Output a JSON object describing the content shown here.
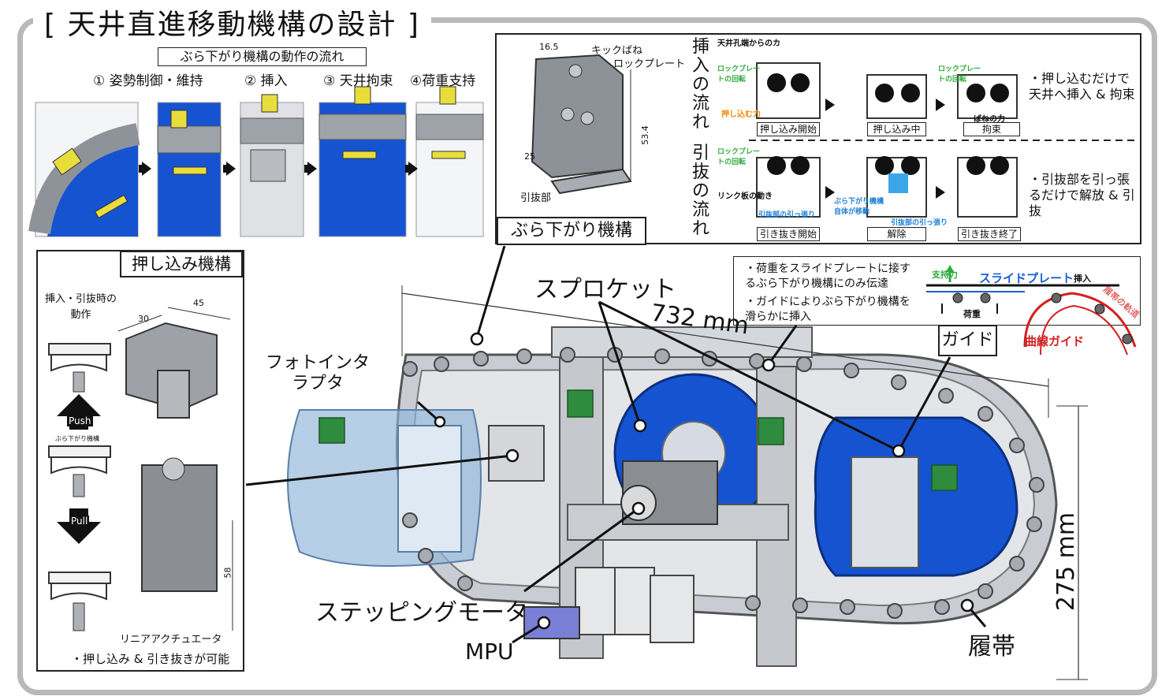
{
  "title": "[ 天井直進移動機構の設計 ]",
  "flow": {
    "heading": "ぶら下がり機構の動作の流れ",
    "steps": [
      "① 姿勢制御・維持",
      "② 挿入",
      "③ 天井拘束",
      "④荷重支持"
    ]
  },
  "hang": {
    "label": "ぶら下がり機構",
    "kick_spring": "キックばね",
    "lock_plate": "ロックプレート",
    "pull_part": "引抜部",
    "dim_top": "16.5",
    "dim_bottom": "25",
    "dim_height": "53.4"
  },
  "insert_flow": {
    "vertical_title": [
      "挿",
      "入",
      "の",
      "流",
      "れ"
    ],
    "ceiling_force": "天井孔端からのカ",
    "lock_rotate": "ロックプレートの回転",
    "push_force": "押し込む力",
    "lock_rotate2": "ロックプレートの回転",
    "spring_force": "ばねの力",
    "tags": [
      "押し込み開始",
      "押し込み中",
      "拘束"
    ],
    "note": "・押し込むだけで天井へ挿入 & 拘束"
  },
  "pull_flow": {
    "vertical_title": [
      "引",
      "抜",
      "の",
      "流",
      "れ"
    ],
    "lock_rotate": "ロックプレートの回転",
    "link_motion": "リンク板の動き",
    "pull_part_pull": "引抜部の引っ張り",
    "hang_move": "ぶら下がり機構自体が移動",
    "pull_part_pull2": "引抜部の引っ張り",
    "tags": [
      "引き抜き開始",
      "解除",
      "引き抜き終了"
    ],
    "note": "・引抜部を引っ張るだけで解放 & 引抜"
  },
  "push": {
    "label": "押し込み機構",
    "motion": "挿入・引抜時の動作",
    "push_btn": "Push",
    "hang_small": "ぶら下がり機構",
    "pull_btn": "Pull",
    "dim_30": "30",
    "dim_45": "45",
    "dim_58": "58",
    "actuator": "リニアアクチュエータ",
    "note": "・押し込み & 引き抜きが可能"
  },
  "guide": {
    "note1": "・荷重をスライドプレートに接するぶら下がり機構にのみ伝達",
    "note2": "・ガイドによりぶら下がり機構を滑らかに挿入",
    "support": "支持力",
    "slide_plate": "スライドプレート",
    "insert": "挿入",
    "load": "荷重",
    "track_path": "履帯の軌道",
    "curve_guide": "曲線ガイド",
    "label": "ガイド"
  },
  "main": {
    "sprocket": "スプロケット",
    "length": "732 mm",
    "photo": "フォトインタラプタ",
    "stepping": "ステッピングモータ",
    "mpu": "MPU",
    "track": "履帯",
    "height": "275 mm"
  },
  "colors": {
    "blue": "#1a5fd6",
    "green": "#2eaa3c",
    "orange": "#f08a00",
    "red": "#d42020"
  }
}
